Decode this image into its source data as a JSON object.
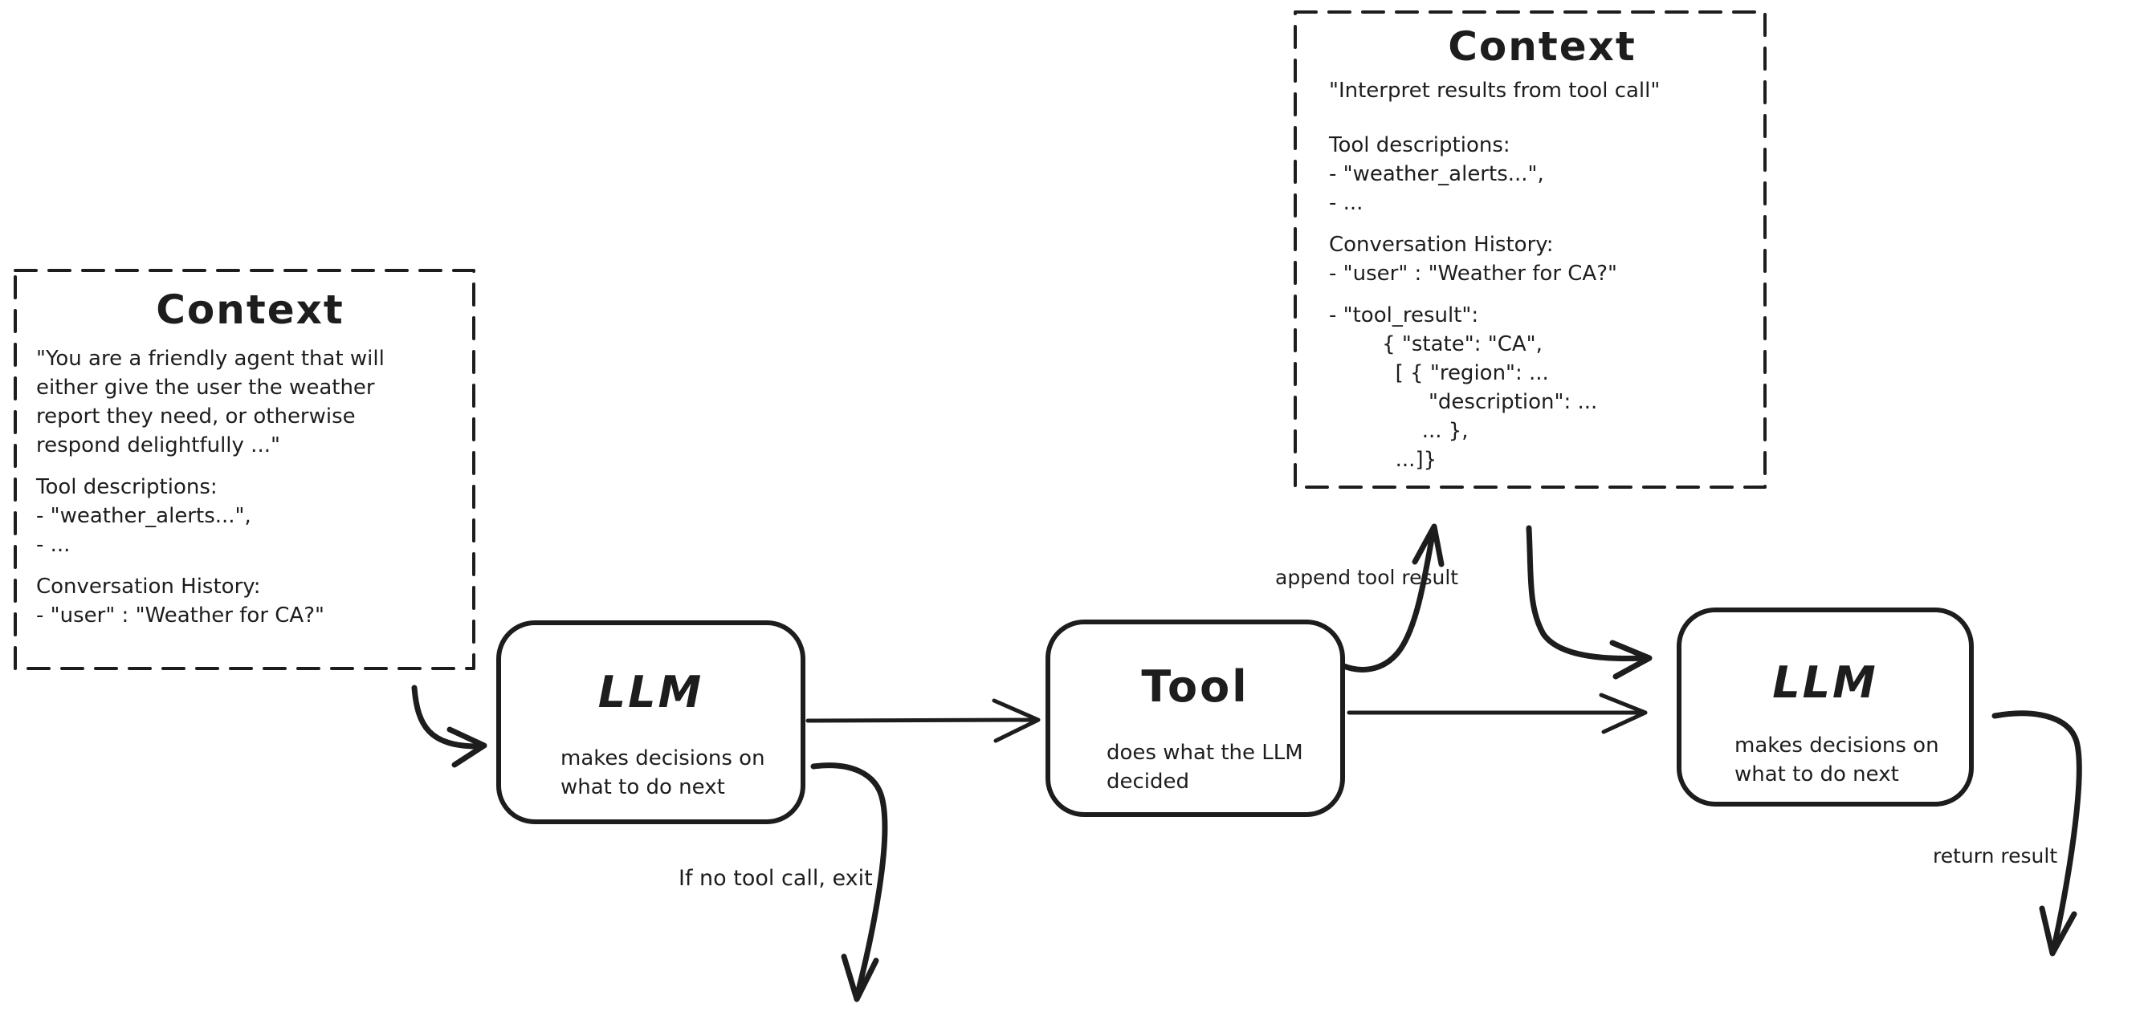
{
  "diagram": {
    "ink_color": "#1d1d1d",
    "background_color": "#ffffff"
  },
  "context_left": {
    "title": "Context",
    "lines": [
      "\"You are a friendly agent that will",
      "either give the user the weather",
      "report they need, or otherwise",
      "respond delightfully ...\"",
      "",
      "Tool descriptions:",
      "- \"weather_alerts...\",",
      "- ...",
      "",
      "Conversation History:",
      "- \"user\" : \"Weather for CA?\""
    ]
  },
  "context_right": {
    "title": "Context",
    "lines": [
      "\"Interpret results from tool call\"",
      "",
      "",
      "Tool descriptions:",
      "- \"weather_alerts...\",",
      "- ...",
      "",
      "Conversation History:",
      "- \"user\" : \"Weather for CA?\"",
      "",
      "- \"tool_result\":",
      "        { \"state\": \"CA\",",
      "          [ { \"region\": ...",
      "               \"description\": ...",
      "              ... },",
      "          ...]}"
    ]
  },
  "nodes": {
    "llm1": {
      "title": "LLM",
      "sub": [
        "makes decisions on",
        "what to do next"
      ]
    },
    "tool": {
      "title": "Tool",
      "sub": [
        "does what the LLM",
        "decided"
      ]
    },
    "llm2": {
      "title": "LLM",
      "sub": [
        "makes decisions on",
        "what to do next"
      ]
    }
  },
  "labels": {
    "append_tool_result": "append tool result",
    "if_no_tool_call": "If no tool call, exit",
    "return_result": "return result"
  }
}
